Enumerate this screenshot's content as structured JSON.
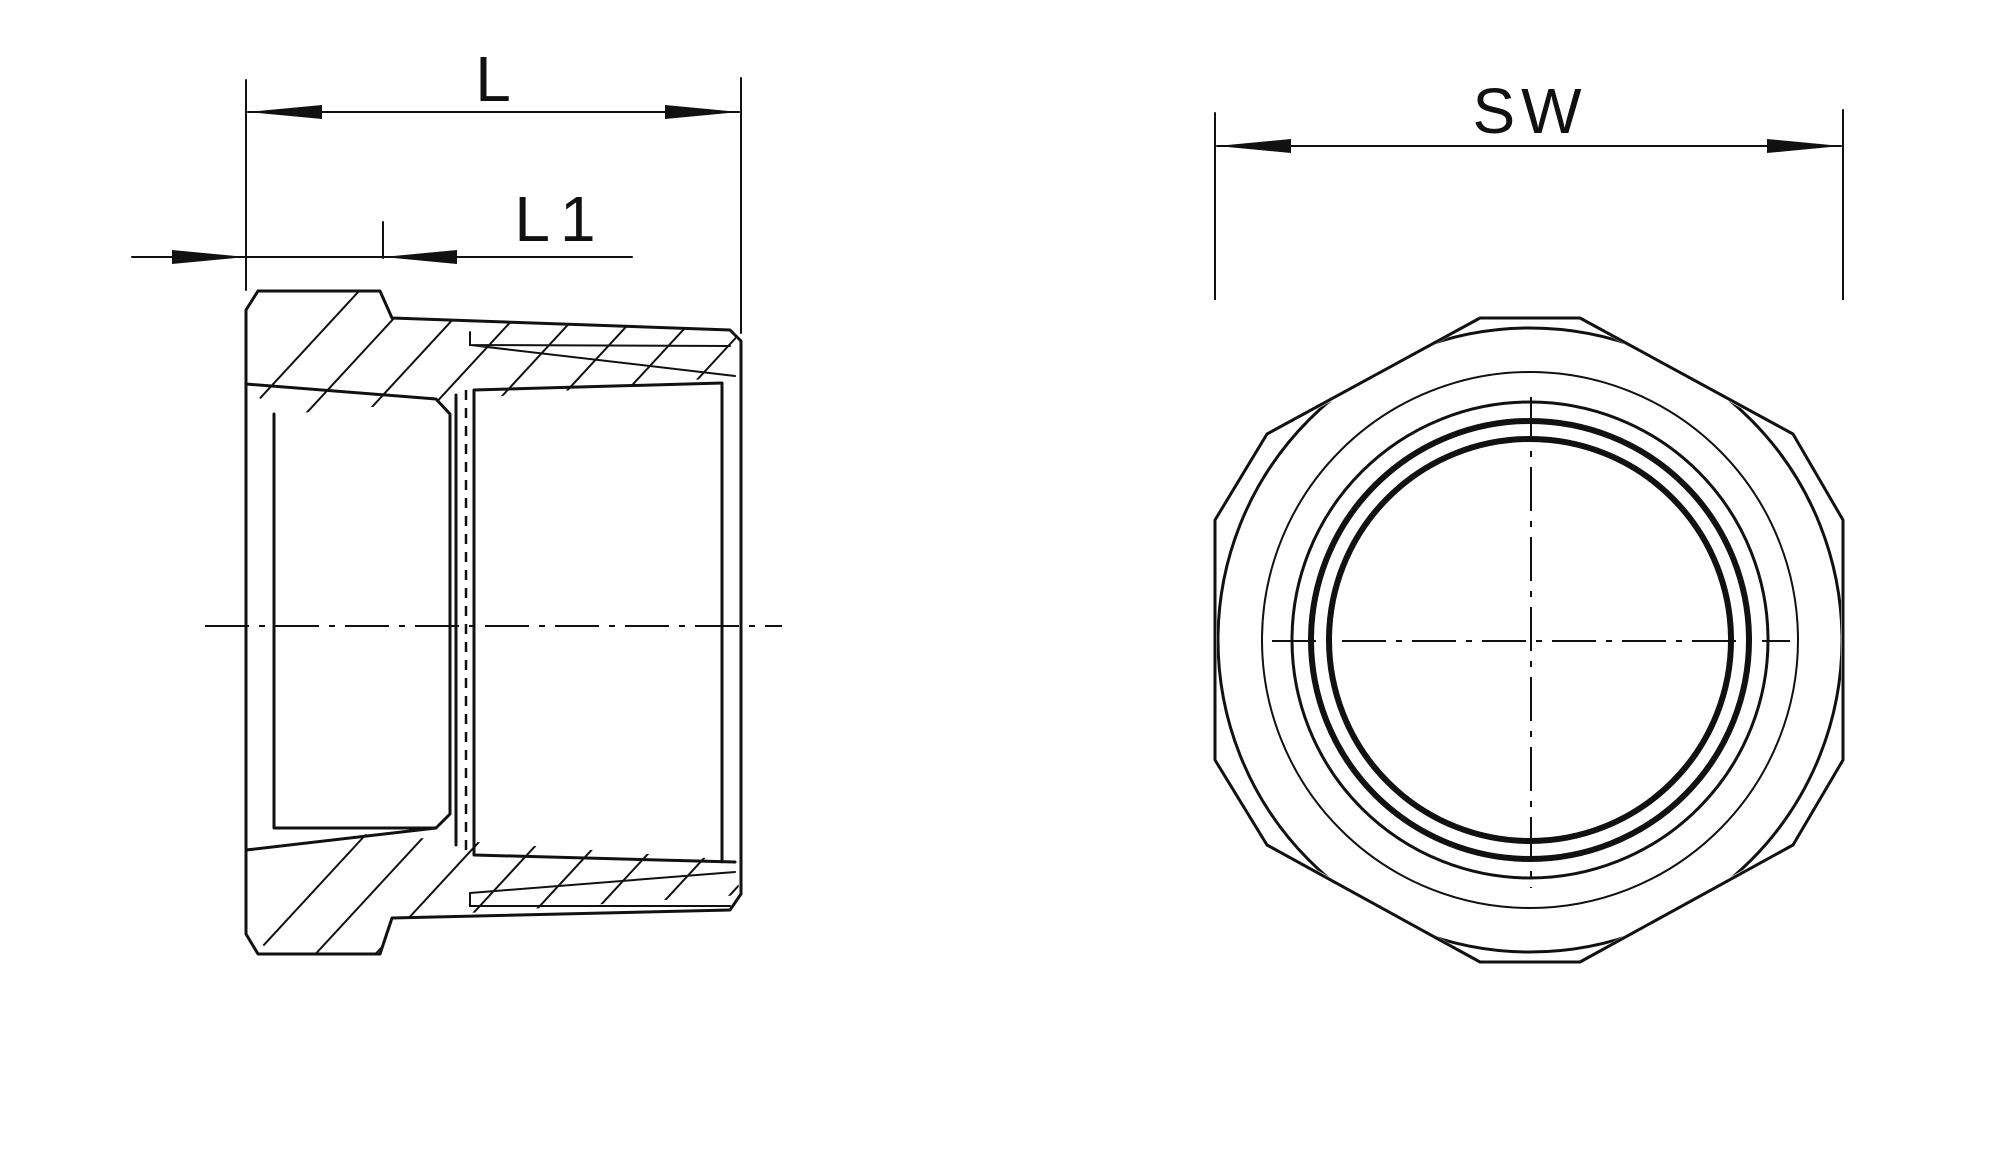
{
  "labels": {
    "length": "L",
    "thread_length": "L1",
    "wrench_size": "SW"
  }
}
